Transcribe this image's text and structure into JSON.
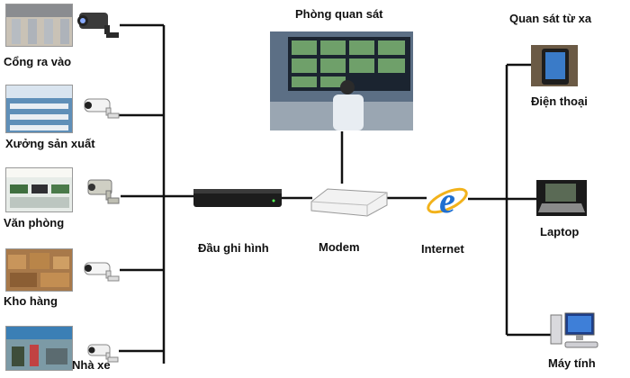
{
  "sites": [
    {
      "label": "Cổng ra vào",
      "icon": "turnstile-gate-photo"
    },
    {
      "label": "Xưởng sản xuất",
      "icon": "factory-floor-photo"
    },
    {
      "label": "Văn phòng",
      "icon": "office-photo"
    },
    {
      "label": "Kho hàng",
      "icon": "warehouse-photo"
    },
    {
      "label": "Nhà xe",
      "icon": "parking-photo"
    }
  ],
  "devices": {
    "recorder": {
      "label": "Đầu ghi hình",
      "icon": "dvr-recorder-icon"
    },
    "modem": {
      "label": "Modem",
      "icon": "modem-icon"
    },
    "internet": {
      "label": "Internet",
      "icon": "internet-explorer-icon"
    },
    "control_room": {
      "label": "Phòng quan sát",
      "icon": "control-room-photo"
    }
  },
  "remote": {
    "title": "Quan sát từ xa",
    "items": [
      {
        "label": "Điện thoại",
        "icon": "smartphone-icon"
      },
      {
        "label": "Laptop",
        "icon": "laptop-icon"
      },
      {
        "label": "Máy tính",
        "icon": "desktop-computer-icon"
      }
    ]
  },
  "colors": {
    "wire": "#111111",
    "ie_blue": "#1f6fd0",
    "ie_ring": "#f2b21b"
  }
}
